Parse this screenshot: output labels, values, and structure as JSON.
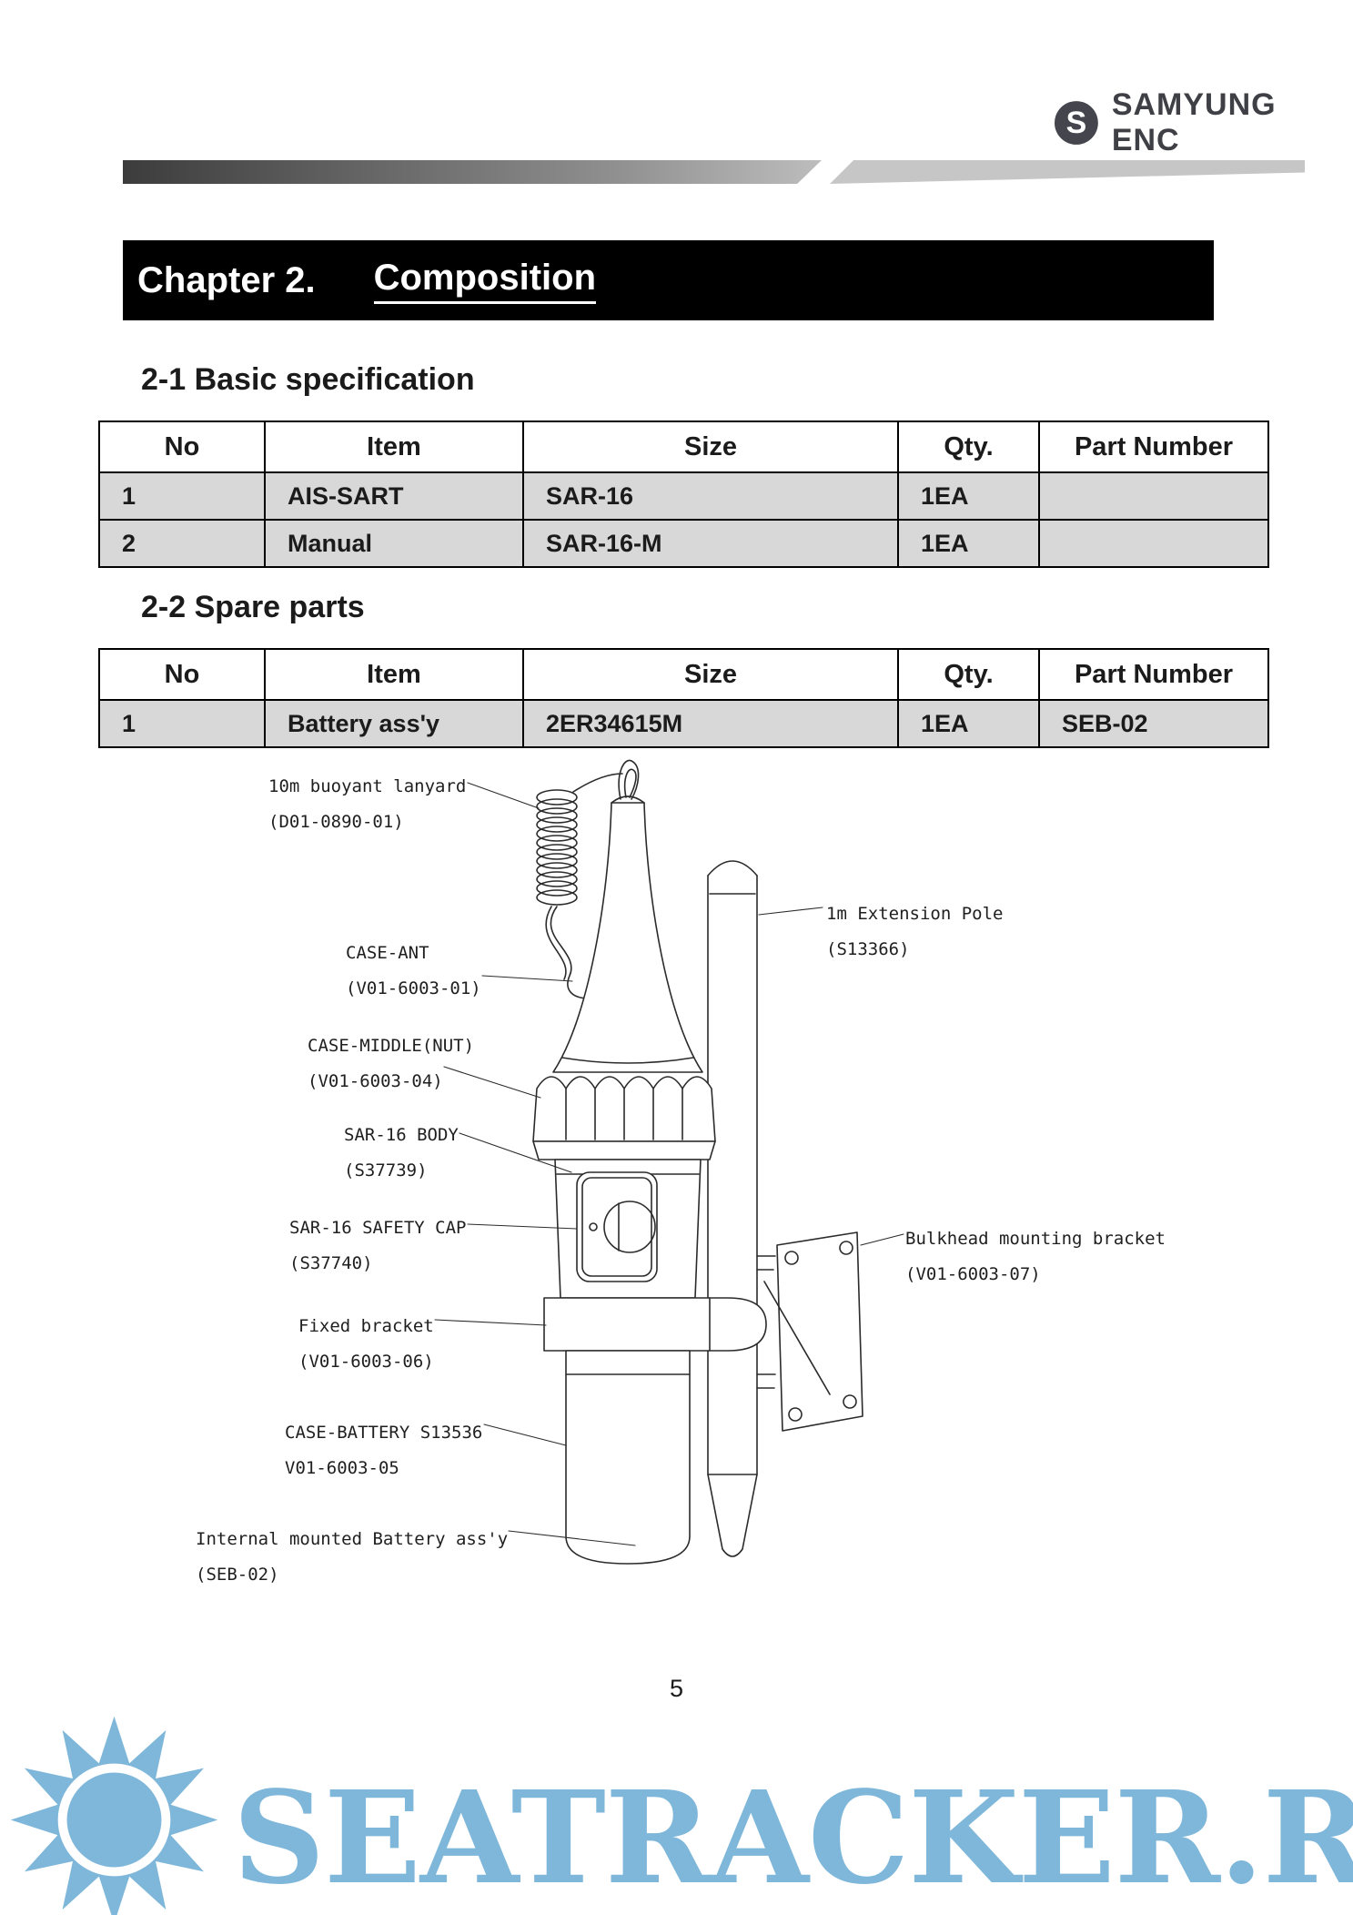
{
  "header": {
    "brand": "SAMYUNG ENC"
  },
  "chapter": {
    "prefix": "Chapter 2.",
    "title": "Composition"
  },
  "sections": {
    "basic": "2-1 Basic specification",
    "spare": "2-2 Spare parts"
  },
  "tables": {
    "columns": [
      "No",
      "Item",
      "Size",
      "Qty.",
      "Part Number"
    ],
    "basic_rows": [
      [
        "1",
        "AIS-SART",
        "SAR-16",
        "1EA",
        ""
      ],
      [
        "2",
        "Manual",
        "SAR-16-M",
        "1EA",
        ""
      ]
    ],
    "spare_rows": [
      [
        "1",
        "Battery ass'y",
        "2ER34615M",
        "1EA",
        "SEB-02"
      ]
    ]
  },
  "diagram": {
    "labels": [
      {
        "line1": "10m buoyant lanyard",
        "line2": "(D01-0890-01)"
      },
      {
        "line1": "1m Extension Pole",
        "line2": "(S13366)"
      },
      {
        "line1": "CASE-ANT",
        "line2": "(V01-6003-01)"
      },
      {
        "line1": "CASE-MIDDLE(NUT)",
        "line2": "(V01-6003-04)"
      },
      {
        "line1": "SAR-16 BODY",
        "line2": "(S37739)"
      },
      {
        "line1": "SAR-16 SAFETY CAP",
        "line2": "(S37740)"
      },
      {
        "line1": "Bulkhead mounting bracket",
        "line2": "(V01-6003-07)"
      },
      {
        "line1": "Fixed bracket",
        "line2": "(V01-6003-06)"
      },
      {
        "line1": "CASE-BATTERY S13536",
        "line2": "V01-6003-05"
      },
      {
        "line1": "Internal mounted Battery ass'y",
        "line2": "(SEB-02)"
      }
    ]
  },
  "footer": {
    "page_number": "5"
  },
  "watermark": {
    "text": "SEATRACKER.RU"
  },
  "icons": {
    "brand_logo": "samyung-s-badge",
    "watermark_sun": "sun-burst"
  },
  "colors": {
    "accent_blue": "#7fb7da",
    "table_row_bg": "#d8d8d8",
    "banner_bg": "#000000"
  }
}
